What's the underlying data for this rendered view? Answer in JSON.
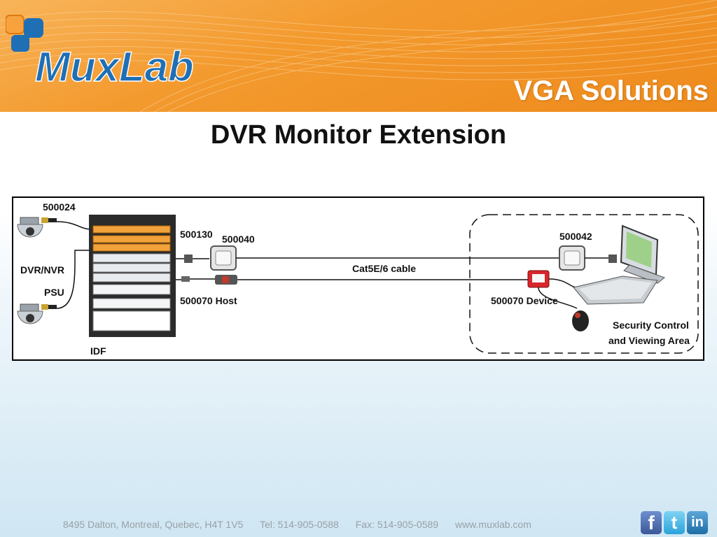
{
  "header": {
    "logo_text": "MuxLab",
    "title": "VGA Solutions",
    "colors": {
      "orange": "#f39a2e",
      "logo_blue": "#1f6fb5"
    }
  },
  "page_title": "DVR Monitor Extension",
  "diagram": {
    "labels": {
      "camera_part": "500024",
      "dvr": "DVR/NVR",
      "psu": "PSU",
      "idf": "IDF",
      "vga_cable": "500130",
      "vga_tx": "500040",
      "kvm_host": "500070 Host",
      "cable": "Cat5E/6 cable",
      "vga_rx": "500042",
      "kvm_device": "500070 Device",
      "area_line1": "Security Control",
      "area_line2": "and Viewing Area"
    },
    "icons": [
      "dome-camera-icon",
      "rack-icon",
      "vga-connector-icon",
      "balun-icon",
      "monitor-icon",
      "keyboard-icon",
      "mouse-icon"
    ]
  },
  "footer": {
    "address": "8495 Dalton, Montreal, Quebec, H4T 1V5",
    "tel": "Tel: 514-905-0588",
    "fax": "Fax: 514-905-0589",
    "web": "www.muxlab.com"
  },
  "social": {
    "facebook": "f",
    "twitter": "t",
    "linkedin": "in"
  }
}
